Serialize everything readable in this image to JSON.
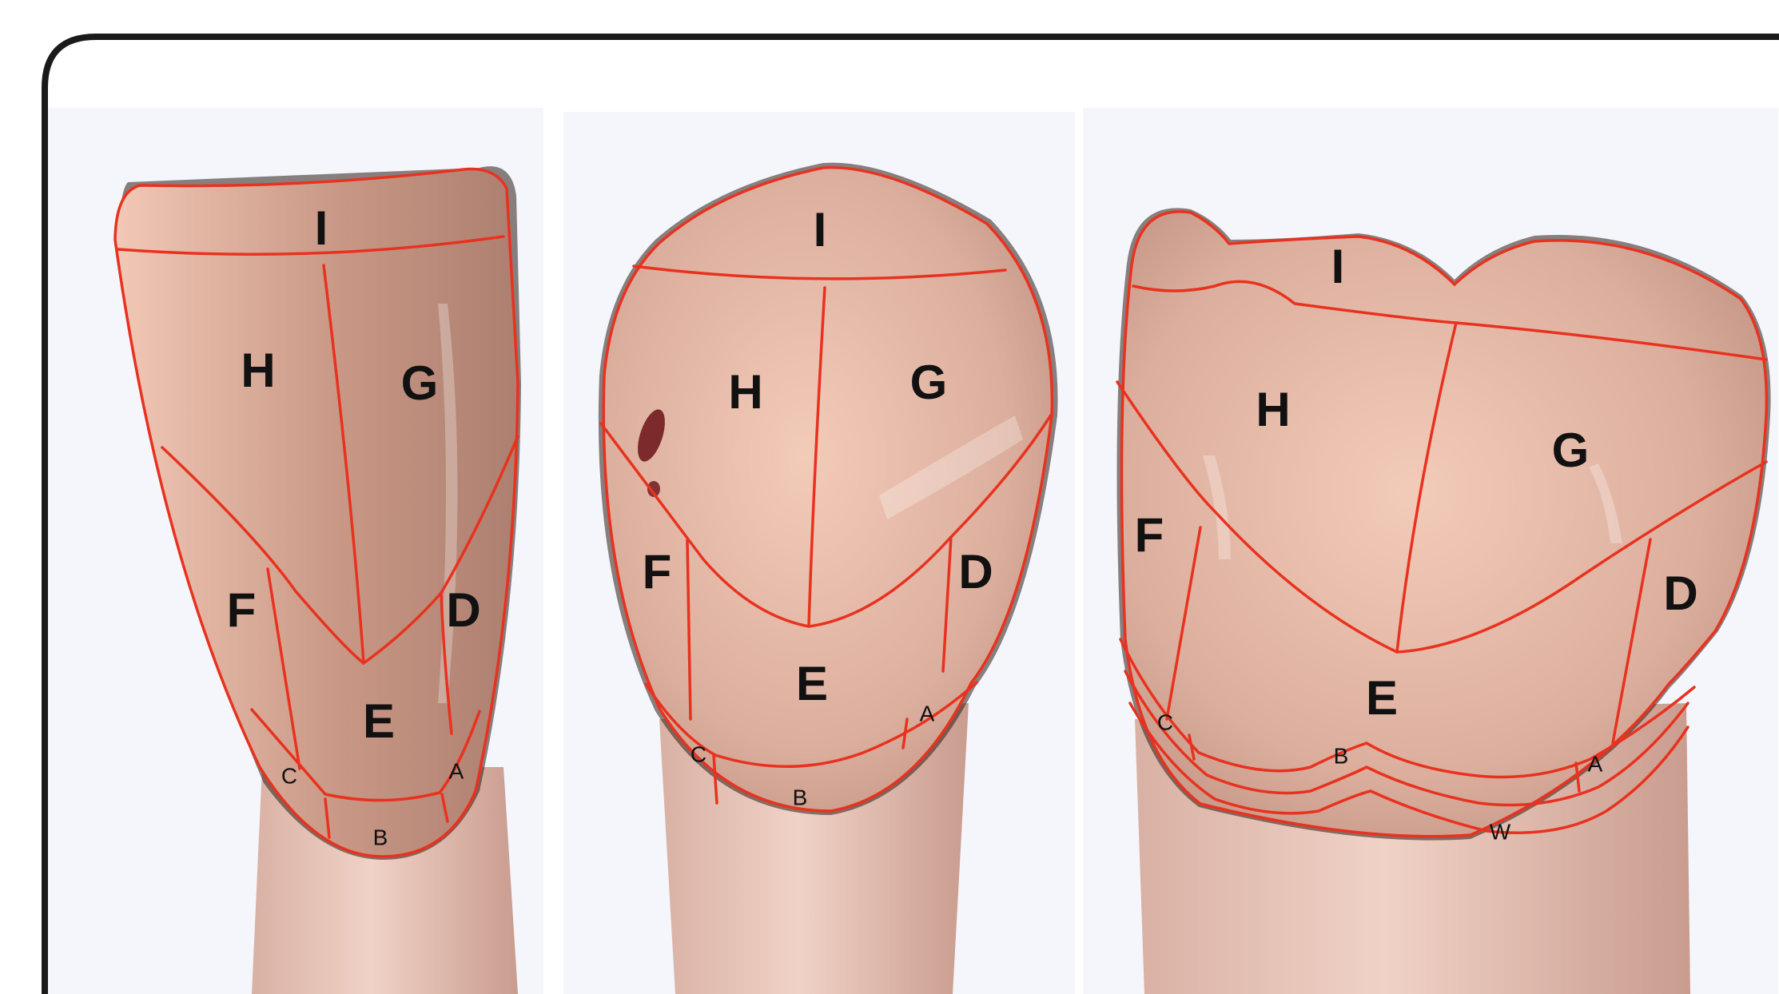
{
  "figure": {
    "colors": {
      "outline": "#e8321f",
      "tooth_light": "#f1c6b4",
      "tooth_dark": "#b88a7a",
      "frame": "#1a1a1a",
      "label": "#111111"
    },
    "teeth": [
      {
        "id": "incisor",
        "labels": {
          "I": "I",
          "H": "H",
          "G": "G",
          "F": "F",
          "D": "D",
          "E": "E",
          "C": "C",
          "A": "A",
          "B": "B"
        }
      },
      {
        "id": "premolar",
        "labels": {
          "I": "I",
          "H": "H",
          "G": "G",
          "F": "F",
          "D": "D",
          "E": "E",
          "C": "C",
          "A": "A",
          "B": "B"
        }
      },
      {
        "id": "molar",
        "labels": {
          "I": "I",
          "H": "H",
          "G": "G",
          "F": "F",
          "D": "D",
          "E": "E",
          "C": "C",
          "A": "A",
          "B": "B",
          "W": "W"
        }
      }
    ]
  }
}
